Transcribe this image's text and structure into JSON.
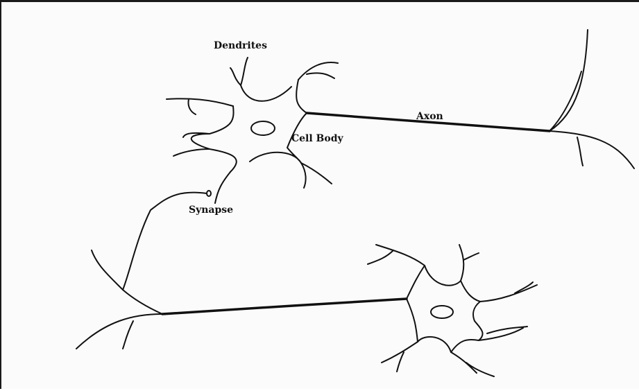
{
  "labels": {
    "dendrites": "Dendrites",
    "cell_body": "Cell Body",
    "axon": "Axon",
    "synapse": "Synapse"
  },
  "colors": {
    "ink": "#111111",
    "background": "#fbfbfb"
  }
}
